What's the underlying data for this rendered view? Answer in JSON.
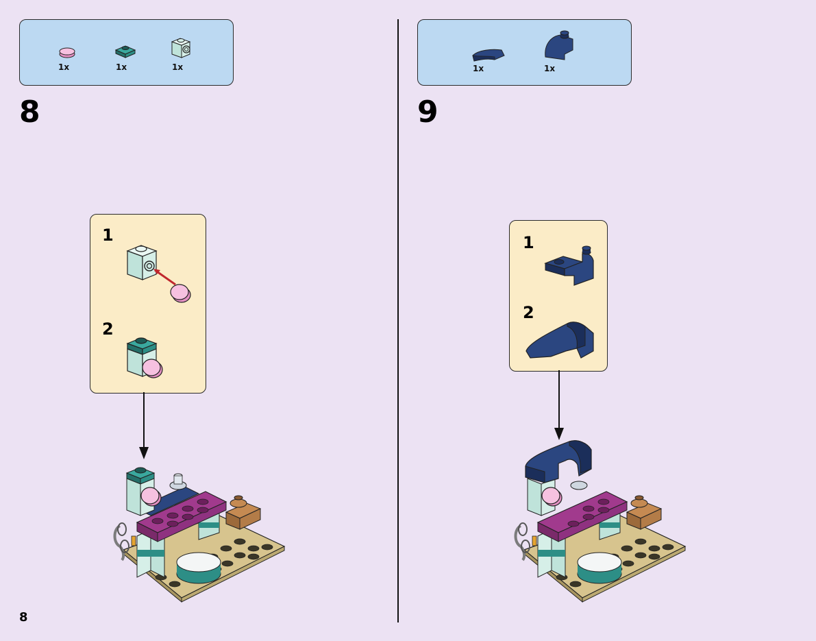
{
  "page": {
    "number": "8"
  },
  "steps": [
    {
      "number": "8",
      "parts": [
        {
          "name": "pink-round-plate-icon",
          "qty": "1x",
          "color": "#f3b3d9"
        },
        {
          "name": "teal-plate-1x1-icon",
          "qty": "1x",
          "color": "#2d8e86"
        },
        {
          "name": "light-aqua-brick-side-stud-icon",
          "qty": "1x",
          "color": "#d6efe8"
        }
      ],
      "substeps": [
        "1",
        "2"
      ]
    },
    {
      "number": "9",
      "parts": [
        {
          "name": "dark-blue-curved-slope-icon",
          "qty": "1x",
          "color": "#23396b"
        },
        {
          "name": "dark-blue-slope-with-stud-icon",
          "qty": "1x",
          "color": "#23396b"
        }
      ],
      "substeps": [
        "1",
        "2"
      ]
    }
  ],
  "colors": {
    "background": "#ece2f3",
    "parts_panel": "#bcd9f2",
    "substep_panel": "#fbecc7",
    "arrow_red": "#c0272d"
  }
}
